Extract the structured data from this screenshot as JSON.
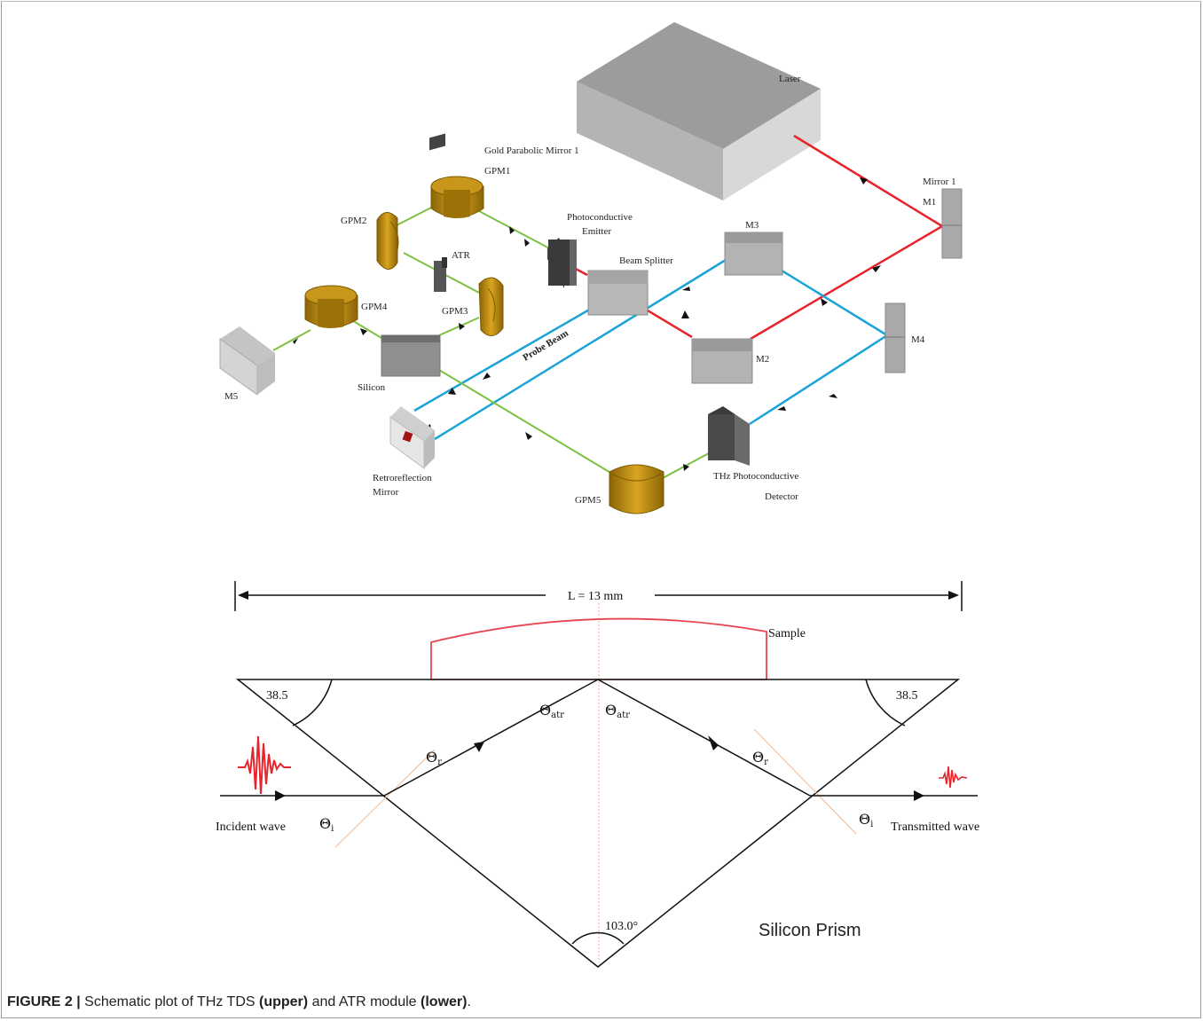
{
  "labels": {
    "laser": "Laser",
    "mirror1": "Mirror 1",
    "m1": "M1",
    "m2": "M2",
    "m3": "M3",
    "m4": "M4",
    "m5": "M5",
    "gold_parabolic_mirror_1": "Gold Parabolic Mirror 1",
    "gpm1": "GPM1",
    "gpm2": "GPM2",
    "gpm3": "GPM3",
    "gpm4": "GPM4",
    "gpm5": "GPM5",
    "atr": "ATR",
    "photoconductive": "Photoconductive",
    "emitter": "Emitter",
    "beam_splitter": "Beam Splitter",
    "probe_beam": "Probe Beam",
    "silicon": "Silicon",
    "retroreflection": "Retroreflection",
    "mirror": "Mirror",
    "thz_photoconductive": "THz Photoconductive",
    "detector": "Detector"
  },
  "prism": {
    "length": "L = 13 mm",
    "sample": "Sample",
    "angle_left": "38.5",
    "angle_right": "38.5",
    "apex_angle": "103.0°",
    "theta": "Θ",
    "sub_atr": "atr",
    "sub_r": "r",
    "sub_i": "i",
    "incident_wave": "Incident wave",
    "transmitted_wave": "Transmitted wave",
    "prism_name": "Silicon Prism"
  },
  "caption": {
    "figure_label": "FIGURE 2 |",
    "text_1": "Schematic plot of THz TDS",
    "upper": "(upper)",
    "text_2": "and ATR module",
    "lower": "(lower)",
    "text_3": "."
  },
  "colors": {
    "laser_beam": "#e8232b",
    "probe_beam": "#1aa3d8",
    "thz_beam": "#7cc142",
    "gold": "#b8860b",
    "sample": "#e8444f"
  }
}
